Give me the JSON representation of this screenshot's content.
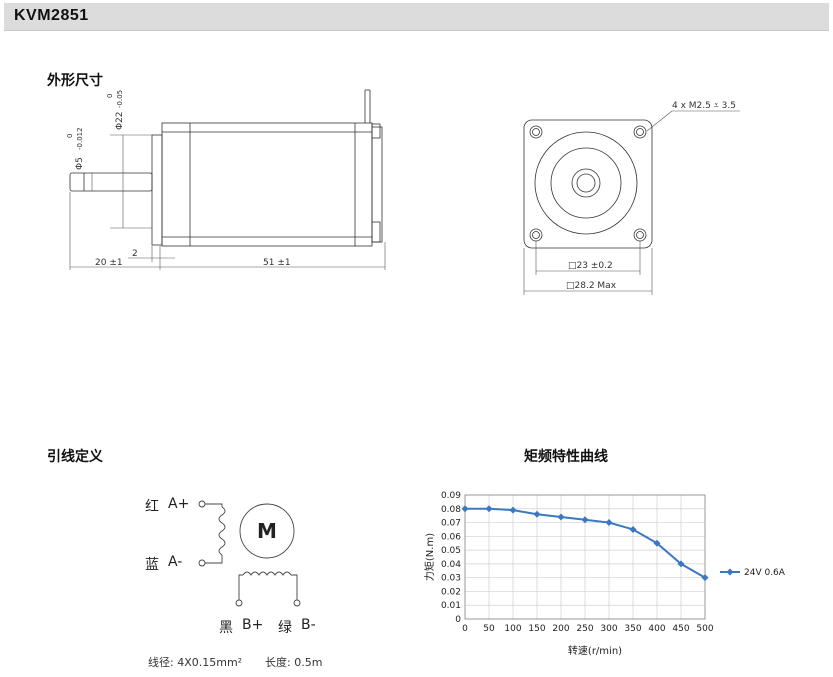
{
  "header": {
    "model": "KVM2851"
  },
  "sections": {
    "dimensions": "外形尺寸",
    "wiring": "引线定义",
    "torque": "矩频特性曲线"
  },
  "dimensions": {
    "shaft_dia": "Φ5",
    "shaft_tol": "-0.012",
    "shaft_tol_upper": "0",
    "boss_dia": "Φ22",
    "boss_tol": "-0.05",
    "boss_tol_upper": "0",
    "shaft_length": "20 ±1",
    "boss_length": "2",
    "body_length": "51 ±1",
    "hole_spec": "4 x M2.5 ⩡ 3.5",
    "hole_pitch": "23 ±0.2",
    "flange_size": "28.2 Max"
  },
  "wiring": {
    "a_plus_color": "红",
    "a_plus": "A+",
    "a_minus_color": "蓝",
    "a_minus": "A-",
    "b_plus_color": "黑",
    "b_plus": "B+",
    "b_minus_color": "绿",
    "b_minus": "B-",
    "motor_symbol": "M",
    "wire_spec_label": "线径:",
    "wire_spec_value": "4X0.15mm²",
    "length_label": "长度:",
    "length_value": "0.5m"
  },
  "chart_data": {
    "type": "line",
    "title": "",
    "xlabel": "转速(r/min)",
    "ylabel": "力矩(N.m)",
    "x": [
      0,
      50,
      100,
      150,
      200,
      250,
      300,
      350,
      400,
      450,
      500
    ],
    "series": [
      {
        "name": "24V 0.6A",
        "values": [
          0.08,
          0.08,
          0.079,
          0.076,
          0.074,
          0.072,
          0.07,
          0.065,
          0.055,
          0.04,
          0.03
        ]
      }
    ],
    "xlim": [
      0,
      500
    ],
    "ylim": [
      0,
      0.09
    ],
    "xticks": [
      "0",
      "50",
      "100",
      "150",
      "200",
      "250",
      "300",
      "350",
      "400",
      "450",
      "500"
    ],
    "yticks": [
      "0",
      "0.01",
      "0.02",
      "0.03",
      "0.04",
      "0.05",
      "0.06",
      "0.07",
      "0.08",
      "0.09"
    ],
    "grid": true,
    "legend": "right",
    "color": "#3a78c2"
  }
}
